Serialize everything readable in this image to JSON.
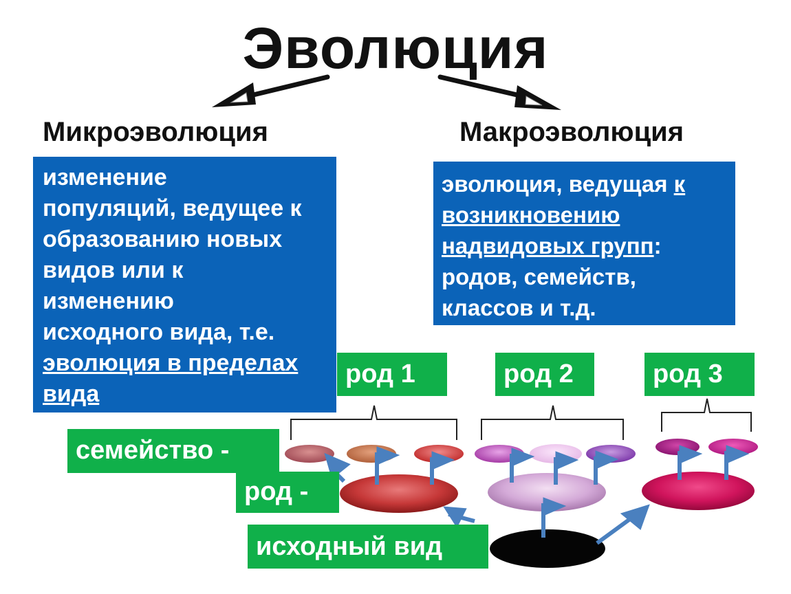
{
  "title": "Эволюция",
  "micro": {
    "heading": "Микроэволюция",
    "text_lines": [
      "изменение",
      "популяций, ведущее к",
      "образованию новых",
      "видов или к",
      "изменению",
      "исходного вида, т.е."
    ],
    "underlined_lines": [
      "эволюция в пределах",
      "вида"
    ]
  },
  "macro": {
    "heading": "Макроэволюция",
    "line1_plain": "эволюция, ведущая ",
    "line1_underlined": "к",
    "line2_underlined": "возникновению",
    "line3_underlined": "надвидовых групп",
    "line3_plain": ":",
    "line4": "родов, семейств,",
    "line5": "классов и т.д."
  },
  "labels": {
    "genus1": "род 1",
    "genus2": "род 2",
    "genus3": "род 3",
    "family": "семейство -",
    "genus": "род -",
    "original_species": "исходный вид"
  },
  "colors": {
    "blue_box": "#0b63b8",
    "green_label": "#10b04a",
    "flag": "#4a80bf"
  }
}
